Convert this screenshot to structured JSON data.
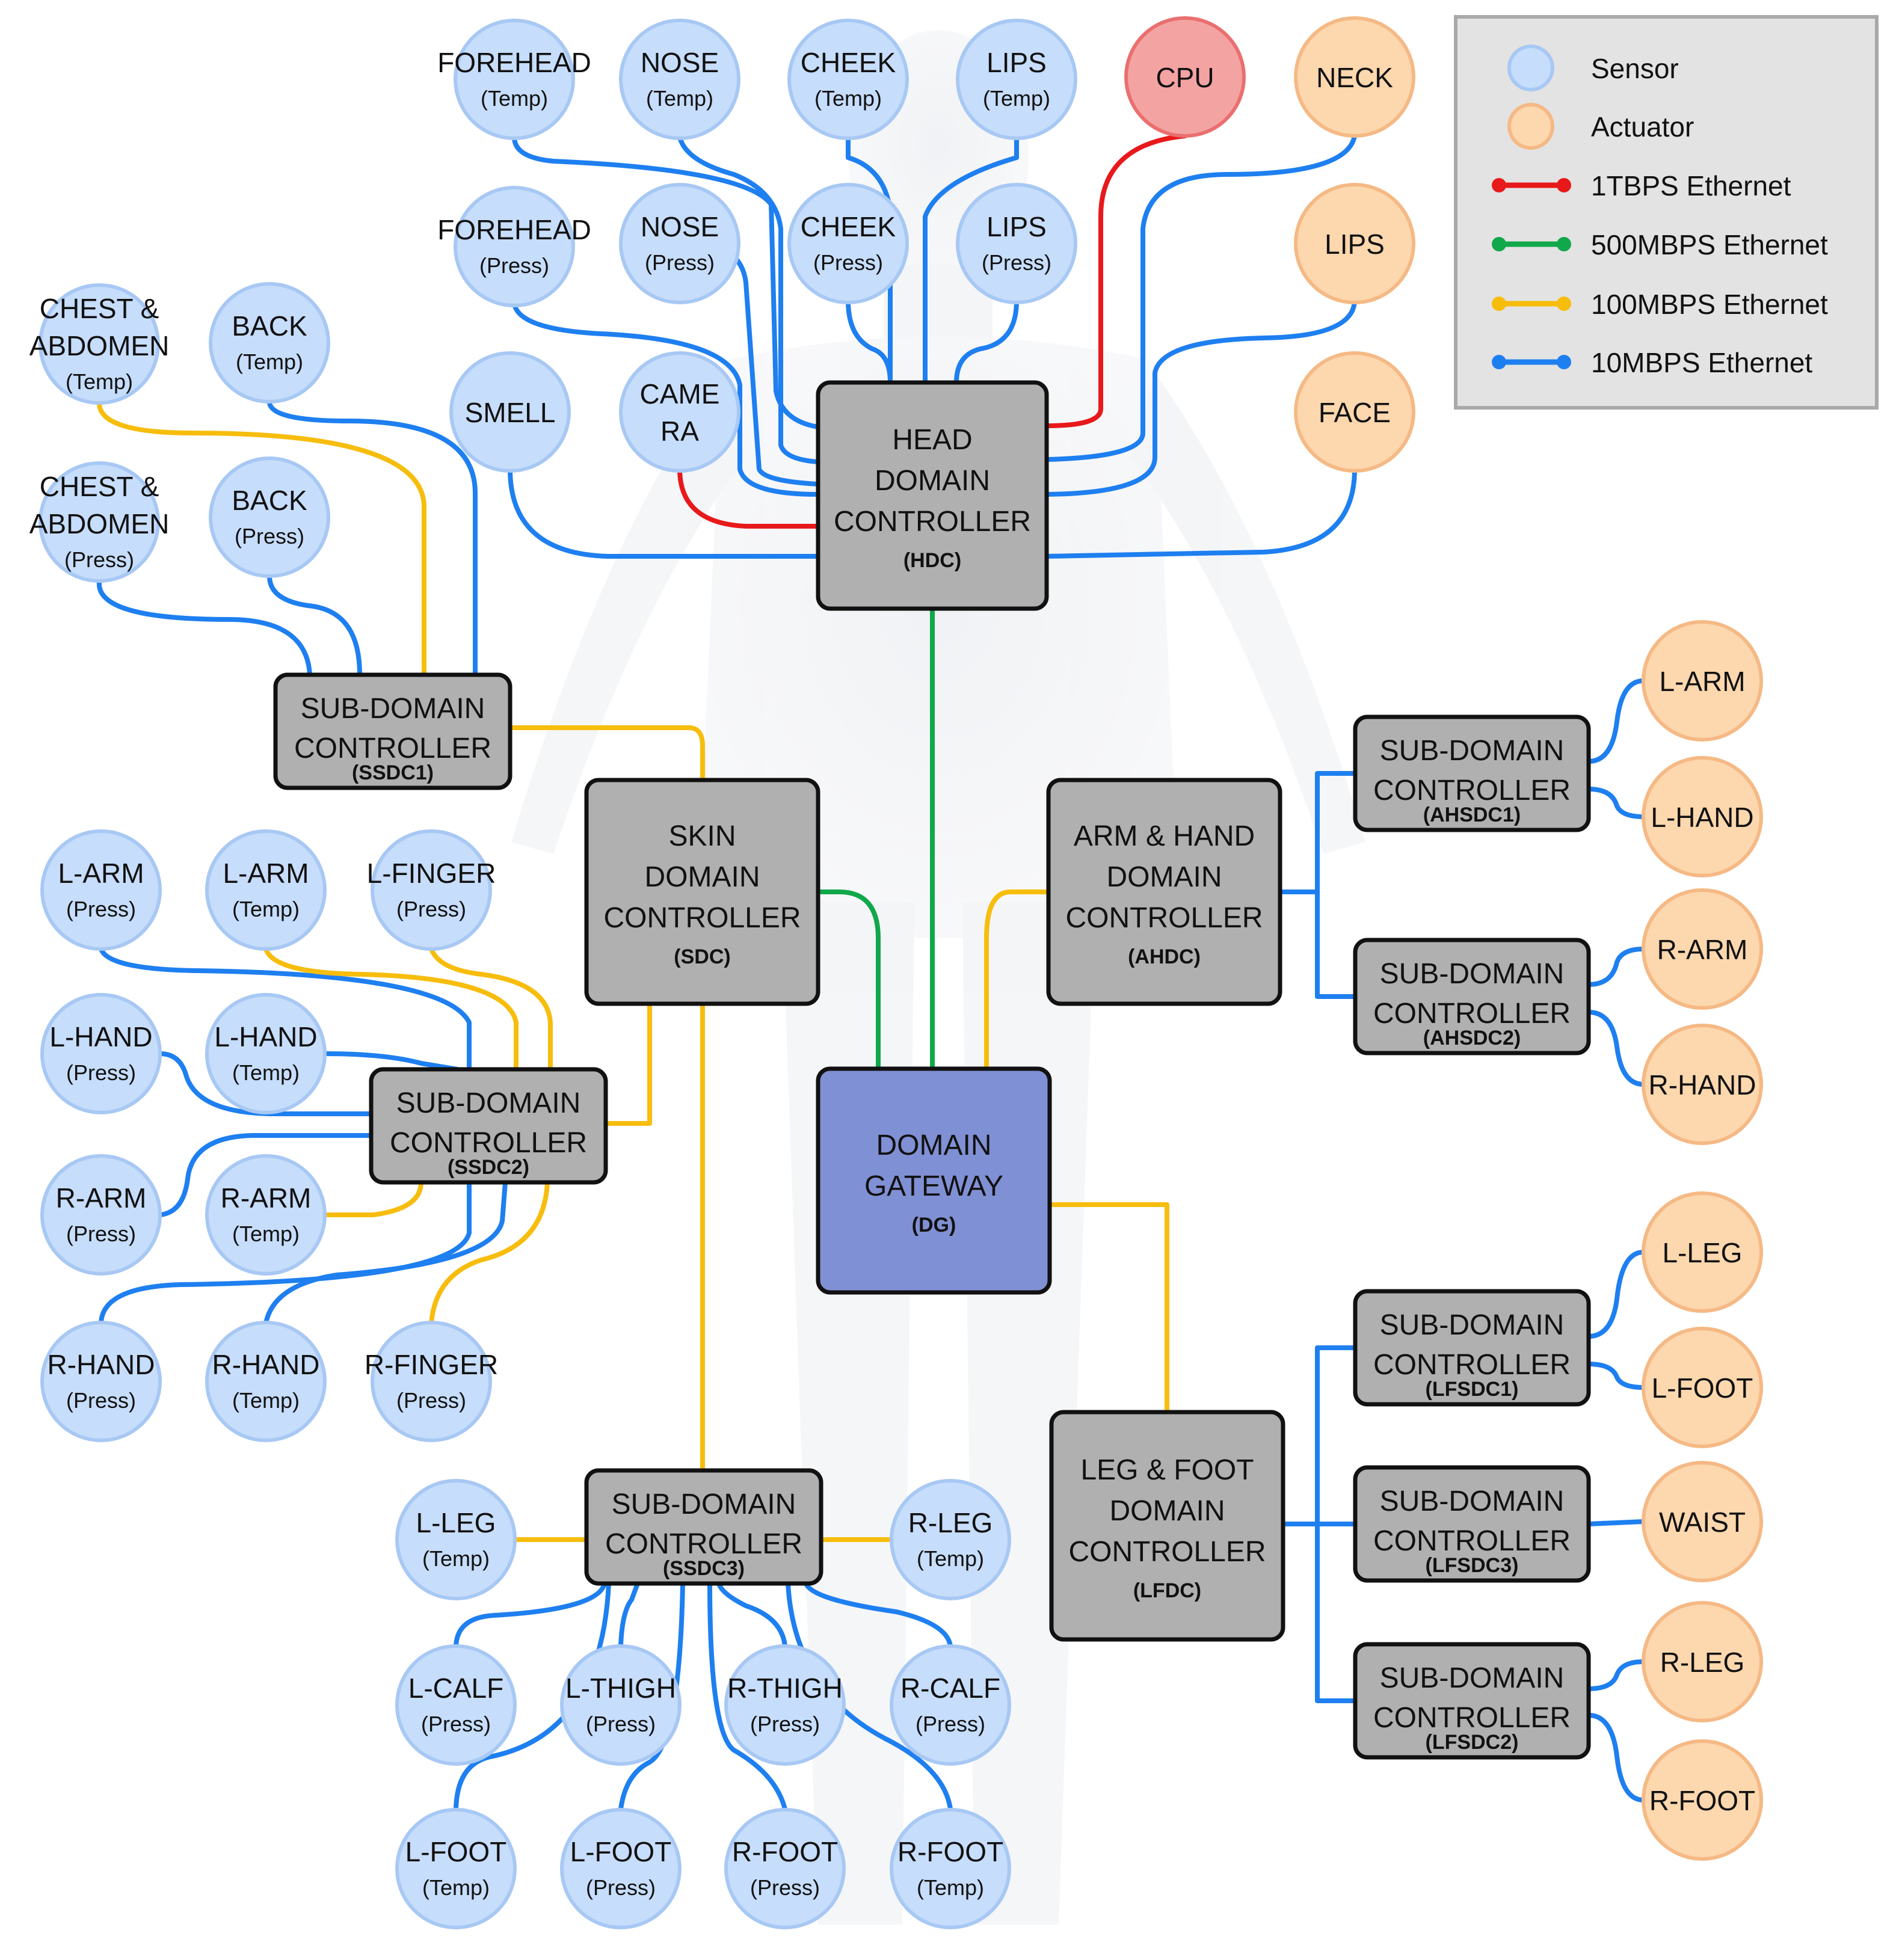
{
  "colors": {
    "sensor_fill": "#c6ddfb",
    "sensor_stroke": "#a8c8f4",
    "actuator_fill": "#fdd7ad",
    "actuator_stroke": "#f5b985",
    "cpu_fill": "#f4a3a3",
    "cpu_stroke": "#ea6f6f",
    "controller_fill": "#b0b0b0",
    "gateway_fill": "#8090d4",
    "link_1tbps": "#e8191b",
    "link_500mbps": "#10a84a",
    "link_100mbps": "#f7bd0d",
    "link_10mbps": "#1e7ff0"
  },
  "legend": {
    "sensor": "Sensor",
    "actuator": "Actuator",
    "l1": "1TBPS Ethernet",
    "l2": "500MBPS Ethernet",
    "l3": "100MBPS Ethernet",
    "l4": "10MBPS Ethernet"
  },
  "nodes": {
    "forehead_temp": {
      "main": "FOREHEAD",
      "sub": "(Temp)"
    },
    "nose_temp": {
      "main": "NOSE",
      "sub": "(Temp)"
    },
    "cheek_temp": {
      "main": "CHEEK",
      "sub": "(Temp)"
    },
    "lips_temp": {
      "main": "LIPS",
      "sub": "(Temp)"
    },
    "cpu": {
      "main": "CPU"
    },
    "neck": {
      "main": "NECK"
    },
    "forehead_press": {
      "main": "FOREHEAD",
      "sub": "(Press)"
    },
    "nose_press": {
      "main": "NOSE",
      "sub": "(Press)"
    },
    "cheek_press": {
      "main": "CHEEK",
      "sub": "(Press)"
    },
    "lips_press": {
      "main": "LIPS",
      "sub": "(Press)"
    },
    "lips_act": {
      "main": "LIPS"
    },
    "smell": {
      "main": "SMELL"
    },
    "camera": {
      "main": "CAME",
      "main2": "RA"
    },
    "face": {
      "main": "FACE"
    },
    "chest_temp": {
      "main": "CHEST &",
      "main2": "ABDOMEN",
      "sub": "(Temp)"
    },
    "back_temp": {
      "main": "BACK",
      "sub": "(Temp)"
    },
    "chest_press": {
      "main": "CHEST &",
      "main2": "ABDOMEN",
      "sub": "(Press)"
    },
    "back_press": {
      "main": "BACK",
      "sub": "(Press)"
    },
    "larm_press": {
      "main": "L-ARM",
      "sub": "(Press)"
    },
    "larm_temp": {
      "main": "L-ARM",
      "sub": "(Temp)"
    },
    "lfinger_press": {
      "main": "L-FINGER",
      "sub": "(Press)"
    },
    "lhand_press": {
      "main": "L-HAND",
      "sub": "(Press)"
    },
    "lhand_temp": {
      "main": "L-HAND",
      "sub": "(Temp)"
    },
    "rarm_press": {
      "main": "R-ARM",
      "sub": "(Press)"
    },
    "rarm_temp": {
      "main": "R-ARM",
      "sub": "(Temp)"
    },
    "rhand_press": {
      "main": "R-HAND",
      "sub": "(Press)"
    },
    "rhand_temp": {
      "main": "R-HAND",
      "sub": "(Temp)"
    },
    "rfinger_press": {
      "main": "R-FINGER",
      "sub": "(Press)"
    },
    "lleg_temp": {
      "main": "L-LEG",
      "sub": "(Temp)"
    },
    "rleg_temp": {
      "main": "R-LEG",
      "sub": "(Temp)"
    },
    "lcalf_press": {
      "main": "L-CALF",
      "sub": "(Press)"
    },
    "lthigh_press": {
      "main": "L-THIGH",
      "sub": "(Press)"
    },
    "rthigh_press": {
      "main": "R-THIGH",
      "sub": "(Press)"
    },
    "rcalf_press": {
      "main": "R-CALF",
      "sub": "(Press)"
    },
    "lfoot_temp": {
      "main": "L-FOOT",
      "sub": "(Temp)"
    },
    "lfoot_press": {
      "main": "L-FOOT",
      "sub": "(Press)"
    },
    "rfoot_press": {
      "main": "R-FOOT",
      "sub": "(Press)"
    },
    "rfoot_temp": {
      "main": "R-FOOT",
      "sub": "(Temp)"
    },
    "a_larm": {
      "main": "L-ARM"
    },
    "a_lhand": {
      "main": "L-HAND"
    },
    "a_rarm": {
      "main": "R-ARM"
    },
    "a_rhand": {
      "main": "R-HAND"
    },
    "a_lleg": {
      "main": "L-LEG"
    },
    "a_lfoot": {
      "main": "L-FOOT"
    },
    "a_waist": {
      "main": "WAIST"
    },
    "a_rleg": {
      "main": "R-LEG"
    },
    "a_rfoot": {
      "main": "R-FOOT"
    }
  },
  "controllers": {
    "hdc": {
      "l1": "HEAD",
      "l2": "DOMAIN",
      "l3": "CONTROLLER",
      "tag": "(HDC)"
    },
    "sdc": {
      "l1": "SKIN",
      "l2": "DOMAIN",
      "l3": "CONTROLLER",
      "tag": "(SDC)"
    },
    "ahdc": {
      "l1": "ARM & HAND",
      "l2": "DOMAIN",
      "l3": "CONTROLLER",
      "tag": "(AHDC)"
    },
    "lfdc": {
      "l1": "LEG & FOOT",
      "l2": "DOMAIN",
      "l3": "CONTROLLER",
      "tag": "(LFDC)"
    },
    "dg": {
      "l1": "DOMAIN",
      "l2": "GATEWAY",
      "tag": "(DG)"
    },
    "ssdc1": {
      "l1": "SUB-DOMAIN",
      "l2": "CONTROLLER",
      "tag": "(SSDC1)"
    },
    "ssdc2": {
      "l1": "SUB-DOMAIN",
      "l2": "CONTROLLER",
      "tag": "(SSDC2)"
    },
    "ssdc3": {
      "l1": "SUB-DOMAIN",
      "l2": "CONTROLLER",
      "tag": "(SSDC3)"
    },
    "ahsdc1": {
      "l1": "SUB-DOMAIN",
      "l2": "CONTROLLER",
      "tag": "(AHSDC1)"
    },
    "ahsdc2": {
      "l1": "SUB-DOMAIN",
      "l2": "CONTROLLER",
      "tag": "(AHSDC2)"
    },
    "lfsdc1": {
      "l1": "SUB-DOMAIN",
      "l2": "CONTROLLER",
      "tag": "(LFSDC1)"
    },
    "lfsdc3": {
      "l1": "SUB-DOMAIN",
      "l2": "CONTROLLER",
      "tag": "(LFSDC3)"
    },
    "lfsdc2": {
      "l1": "SUB-DOMAIN",
      "l2": "CONTROLLER",
      "tag": "(LFSDC2)"
    }
  }
}
